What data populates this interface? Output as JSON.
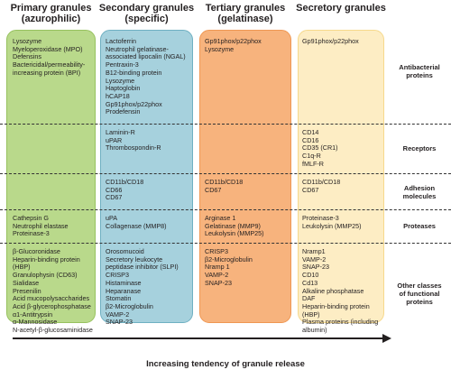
{
  "headers": [
    {
      "line1": "Primary granules",
      "line2": "(azurophilic)"
    },
    {
      "line1": "Secondary granules",
      "line2": "(specific)"
    },
    {
      "line1": "Tertiary granules",
      "line2": "(gelatinase)"
    },
    {
      "line1": "Secretory granules",
      "line2": ""
    }
  ],
  "rows": [
    {
      "category": [
        "Antibacterial",
        "proteins"
      ],
      "cells": [
        [
          "Lysozyme",
          "Myeloperoxidase (MPO)",
          "Defensins",
          "Bactericidal/permeability-",
          "increasing protein (BPI)"
        ],
        [
          "Lactoferrin",
          "Neutrophil gelatinase-",
          "associated lipocalin (NGAL)",
          "Pentraxin-3",
          "B12-binding protein",
          "Lysozyme",
          "Haptoglobin",
          "hCAP18",
          "Gp91phox/p22phox",
          "Prodefensin"
        ],
        [
          "Gp91phox/p22phox",
          "Lysozyme"
        ],
        [
          "Gp91phox/p22phox"
        ]
      ]
    },
    {
      "category": [
        "Receptors"
      ],
      "cells": [
        [],
        [
          "Laminin-R",
          "uPAR",
          "Thrombospondin-R"
        ],
        [],
        [
          "CD14",
          "CD16",
          "CD35 (CR1)",
          "C1q-R",
          "fMLF-R"
        ]
      ]
    },
    {
      "category": [
        "Adhesion",
        "molecules"
      ],
      "cells": [
        [],
        [
          "CD11b/CD18",
          "CD66",
          "CD67"
        ],
        [
          "CD11b/CD18",
          "CD67"
        ],
        [
          "CD11b/CD18",
          "CD67"
        ]
      ]
    },
    {
      "category": [
        "Proteases"
      ],
      "cells": [
        [
          "Cathepsin G",
          "Neutrophil elastase",
          "Proteinase-3"
        ],
        [
          "uPA",
          "Collagenase (MMP8)"
        ],
        [
          "Arginase 1",
          "Gelatinase (MMP9)",
          "Leukolysin (MMP25)"
        ],
        [
          "Proteinase-3",
          "Leukolysin (MMP25)"
        ]
      ]
    },
    {
      "category": [
        "Other classes",
        "of functional",
        "proteins"
      ],
      "cells": [
        [
          "β-Glucoronidase",
          "Heparin-binding protein",
          "(HBP)",
          "Granulophysin (CD63)",
          "Sialidase",
          "Presenilin",
          "Acid mucopolysaccharides",
          "Acid β-glycerophosphatase",
          "α1-Antitrypsin",
          "α-Mannosidase",
          "N-acetyl-β-glucosaminidase"
        ],
        [
          "Orosomucoid",
          "Secretory leukocyte",
          "peptidase inhibitor (SLPI)",
          "CRISP3",
          "Histaminase",
          "Heparanase",
          "Stomatin",
          "β2-Microglobulin",
          "VAMP-2",
          "SNAP-23"
        ],
        [
          "CRISP3",
          "β2-Microglobulin",
          "Nramp 1",
          "VAMP-2",
          "SNAP-23"
        ],
        [
          "Nramp1",
          "VAMP-2",
          "SNAP-23",
          "CD10",
          "Cd13",
          "Alkaline phosphatase",
          "DAF",
          "Heparin-binding protein",
          "(HBP)",
          "Plasma proteins (including",
          "albumin)"
        ]
      ]
    }
  ],
  "footer": "Increasing tendency of granule release",
  "colors": {
    "primary": "#b9d98b",
    "secondary": "#a6d1dd",
    "tertiary": "#f7b37d",
    "secretory": "#fdedc4"
  }
}
